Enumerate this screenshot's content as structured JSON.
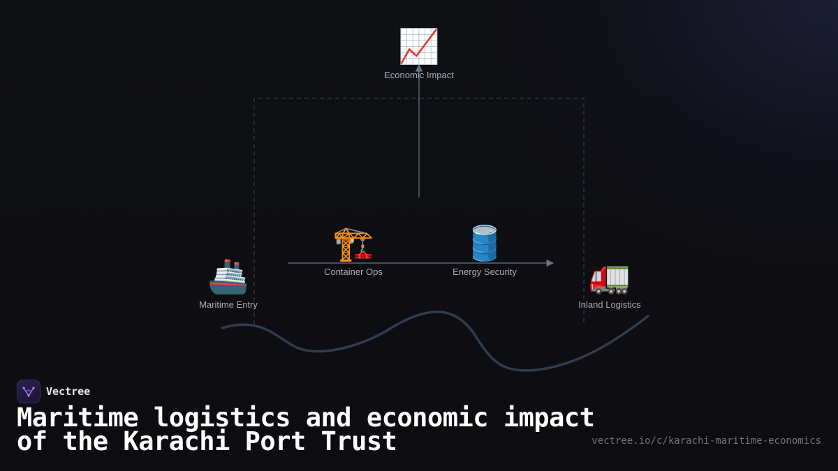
{
  "diagram": {
    "nodes": {
      "economic_impact": {
        "icon": "chart-increasing-icon",
        "glyph": "📈",
        "label": "Economic Impact"
      },
      "container_ops": {
        "icon": "construction-crane-icon",
        "glyph": "🏗️",
        "label": "Container Ops"
      },
      "energy_security": {
        "icon": "oil-drum-icon",
        "glyph": "🛢️",
        "label": "Energy Security"
      },
      "maritime_entry": {
        "icon": "ship-icon",
        "glyph": "🚢",
        "label": "Maritime Entry"
      },
      "inland_logistics": {
        "icon": "truck-icon",
        "glyph": "🚛",
        "label": "Inland Logistics"
      }
    },
    "colors": {
      "connector": "#4a5263",
      "dashed_frame": "#2a3242",
      "wave": "#323c4f"
    }
  },
  "branding": {
    "name": "Vectree",
    "logo_icon": "vectree-logo-icon"
  },
  "title": "Maritime logistics and economic impact of the Karachi Port Trust",
  "url": "vectree.io/c/karachi-maritime-economics"
}
